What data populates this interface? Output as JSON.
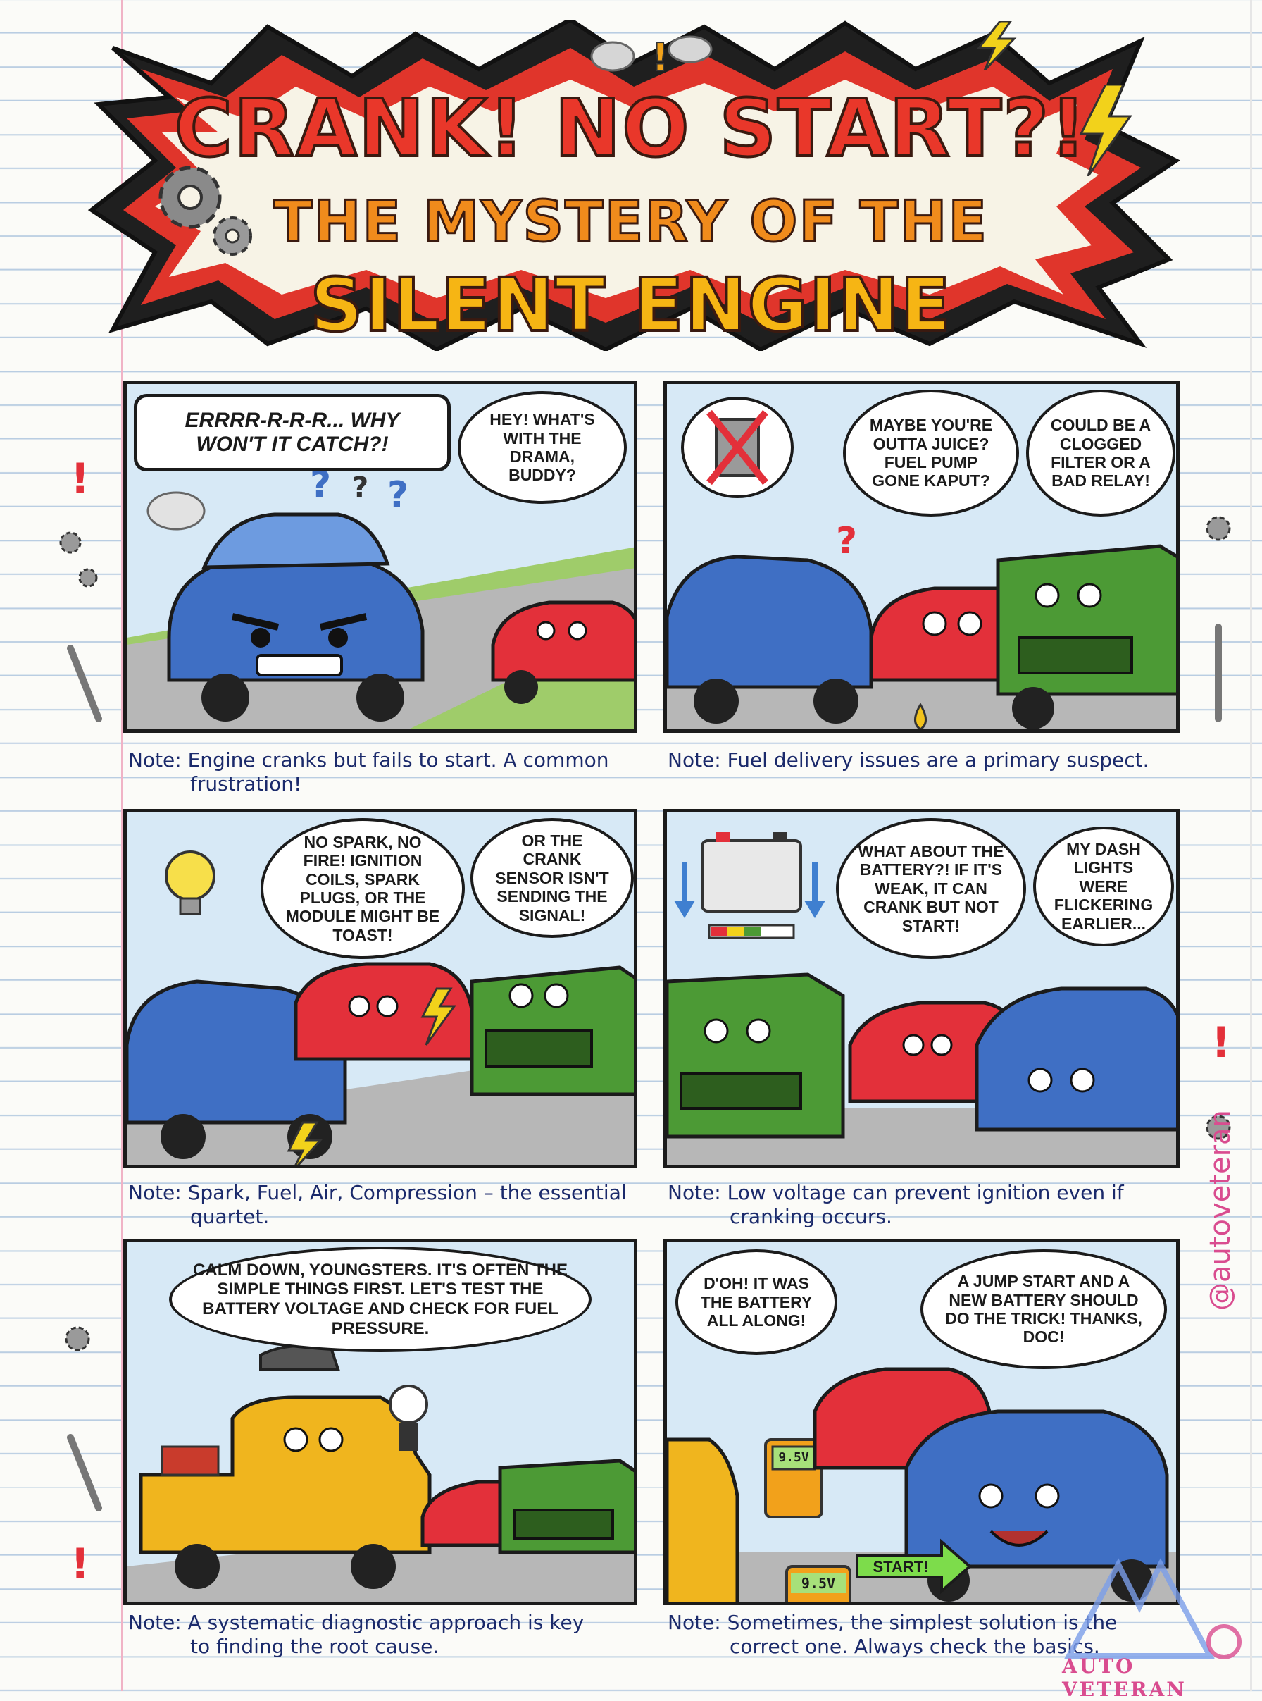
{
  "title": {
    "line1": "CRANK! NO START?!",
    "line2": "THE MYSTERY OF THE",
    "line3": "SILENT ENGINE"
  },
  "panels": [
    {
      "bubbles": [
        "ERRRR-R-R-R... WHY WON'T IT CATCH?!",
        "HEY! WHAT'S WITH THE DRAMA, BUDDY?"
      ],
      "note_line1": "Note: Engine cranks but fails to start. A common",
      "note_line2": "frustration!"
    },
    {
      "bubbles": [
        "MAYBE YOU'RE OUTTA JUICE? FUEL PUMP GONE KAPUT?",
        "COULD BE A CLOGGED FILTER OR A BAD RELAY!"
      ],
      "note_line1": "Note: Fuel delivery issues are a primary suspect.",
      "note_line2": ""
    },
    {
      "bubbles": [
        "NO SPARK, NO FIRE! IGNITION COILS, SPARK PLUGS, OR THE MODULE MIGHT BE TOAST!",
        "OR THE CRANK SENSOR ISN'T SENDING THE SIGNAL!"
      ],
      "note_line1": "Note: Spark, Fuel, Air, Compression – the essential",
      "note_line2": "quartet."
    },
    {
      "bubbles": [
        "WHAT ABOUT THE BATTERY?! IF IT'S WEAK, IT CAN CRANK BUT NOT START!",
        "MY DASH LIGHTS WERE FLICKERING EARLIER..."
      ],
      "note_line1": "Note: Low voltage can prevent ignition even if",
      "note_line2": "cranking occurs."
    },
    {
      "bubbles": [
        "CALM DOWN, YOUNGSTERS. IT'S OFTEN THE SIMPLE THINGS FIRST. LET'S TEST THE BATTERY VOLTAGE AND CHECK FOR FUEL PRESSURE."
      ],
      "note_line1": "Note: A systematic diagnostic approach is key",
      "note_line2": "to finding the root cause."
    },
    {
      "bubbles": [
        "D'OH! IT WAS THE BATTERY ALL ALONG!",
        "A JUMP START AND A NEW BATTERY SHOULD DO THE TRICK! THANKS, DOC!"
      ],
      "meter_reading": "9.5V",
      "meter_reading2": "9.5V",
      "start_label": "START!",
      "note_line1": "Note: Sometimes, the simplest solution is the",
      "note_line2": "correct one. Always check the basics."
    }
  ],
  "watermark": {
    "handle": "@autoveteran",
    "brand": "AUTO VETERAN"
  },
  "colors": {
    "blue_car": "#3f6fc4",
    "red_car": "#e3303a",
    "green_car": "#4c9a35",
    "yellow_truck": "#f0b51e",
    "note_ink": "#1b2a6b",
    "brand_pink": "#d94c8f"
  }
}
